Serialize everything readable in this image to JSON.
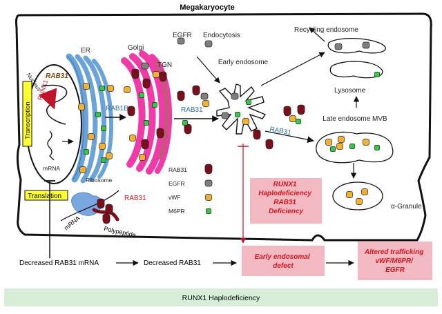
{
  "title": "Megakaryocyte",
  "labels": {
    "nucleus": "Nucleus",
    "rab31_gene": "RAB31",
    "runx1": "RUNX1",
    "mrna_nucleus": "mRNA",
    "er": "ER",
    "golgi": "Golgi",
    "tgn": "TGN",
    "egfr_top": "EGFR",
    "endocytosis": "Endocytosis",
    "recycling_endosome": "Recycling endosome",
    "early_endosome": "Early endosome",
    "lysosome": "Lysosome",
    "late_endosome": "Late endosome MVB",
    "alpha_granule": "α-Granule",
    "rab1b": "RAB1B",
    "rab31_arrow1": "RAB31",
    "rab31_arrow2": "RAB31",
    "transcription": "Transcription",
    "translation": "Translation",
    "ribosome": "Ribosome",
    "mrna_ribosome": "mRNA",
    "rab31_ribosome": "RAB31",
    "polypeptide": "Polypeptide"
  },
  "legend": [
    {
      "label": "RAB31",
      "shape": "rab31-shape",
      "color": "#7a0f1c"
    },
    {
      "label": "EGFR",
      "shape": "egfr-shape",
      "color": "#7f7f7f"
    },
    {
      "label": "vWF",
      "shape": "vwf-shape",
      "color": "#f2b134"
    },
    {
      "label": "M6PR",
      "shape": "m6pr-shape",
      "color": "#2ecc40"
    }
  ],
  "boxes": {
    "deficiency": [
      "RUNX1",
      "Haplodeficiency",
      "RAB31",
      "Deficiency"
    ],
    "early_defect": [
      "Early endosomal",
      "defect"
    ],
    "altered": [
      "Altered trafficking",
      "vWF/M6PR/",
      "EGFR"
    ]
  },
  "flow": {
    "decreased_mrna": "Decreased RAB31 mRNA",
    "decreased_protein": "Decreased RAB31"
  },
  "footer": "RUNX1 Haplodeficiency",
  "colors": {
    "er": "#6aa3d8",
    "golgi": "#f03aa8",
    "rab31": "#7a0f1c",
    "egfr": "#7f7f7f",
    "vwf": "#f2b134",
    "m6pr": "#2ecc40",
    "pink_box": "#f2b9c3",
    "footer_bg": "#d7efd9",
    "yellow_box": "#ffff33"
  }
}
